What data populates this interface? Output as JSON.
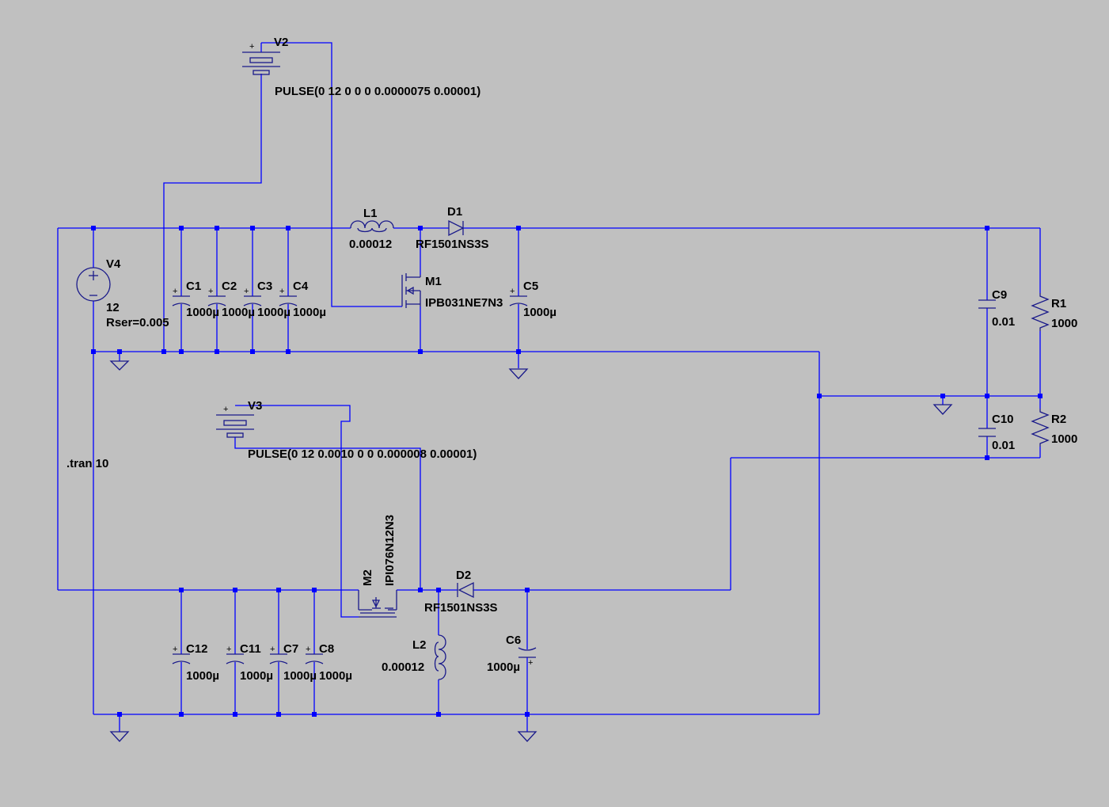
{
  "colors": {
    "background": "#c0c0c0",
    "wire": "#0000ff",
    "component": "#1a1a8a",
    "text": "#000000"
  },
  "labels": {
    "V2": "V2",
    "V2_value": "PULSE(0 12 0 0 0 0.0000075 0.00001)",
    "V3": "V3",
    "V3_value": "PULSE(0 12 0.0010 0 0 0.000008 0.00001)",
    "V4": "V4",
    "V4_value": "12",
    "V4_rser": "Rser=0.005",
    "L1": "L1",
    "L1_value": "0.00012",
    "L2": "L2",
    "L2_value": "0.00012",
    "D1": "D1",
    "D1_value": "RF1501NS3S",
    "D2": "D2",
    "D2_value": "RF1501NS3S",
    "M1": "M1",
    "M1_value": "IPB031NE7N3",
    "M2": "M2",
    "M2_value": "IPI076N12N3",
    "C1": "C1",
    "C2": "C2",
    "C3": "C3",
    "C4": "C4",
    "C5": "C5",
    "C6": "C6",
    "C7": "C7",
    "C8": "C8",
    "C9": "C9",
    "C10": "C10",
    "C11": "C11",
    "C12": "C12",
    "C1_value": "1000µ",
    "C2_value": "1000µ",
    "C3_value": "1000µ",
    "C4_value": "1000µ",
    "C5_value": "1000µ",
    "C6_value": "1000µ",
    "C7_value": "1000µ",
    "C8_value": "1000µ",
    "C9_value": "0.01",
    "C10_value": "0.01",
    "C11_value": "1000µ",
    "C12_value": "1000µ",
    "R1": "R1",
    "R1_value": "1000",
    "R2": "R2",
    "R2_value": "1000",
    "directive": ".tran 10"
  }
}
